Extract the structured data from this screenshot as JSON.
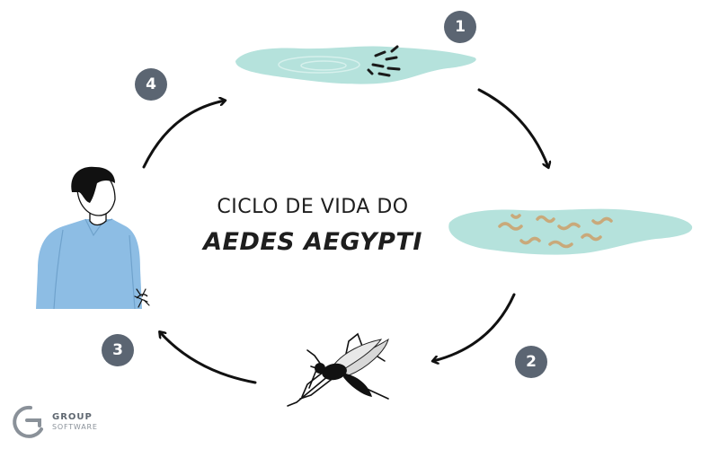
{
  "title": {
    "line1": "CICLO DE VIDA DO",
    "line2": "AEDES AEGYPTI"
  },
  "steps": [
    {
      "number": "1",
      "stage": "eggs-in-water"
    },
    {
      "number": "2",
      "stage": "larvae-in-water"
    },
    {
      "number": "3",
      "stage": "adult-mosquito"
    },
    {
      "number": "4",
      "stage": "human-host"
    }
  ],
  "logo": {
    "name": "GROUP",
    "subtitle": "SOFTWARE"
  },
  "colors": {
    "water": "#b5e2dc",
    "larvae": "#c9a97a",
    "badge": "#5b6572",
    "shirt": "#8dbde4",
    "ink": "#111111"
  }
}
